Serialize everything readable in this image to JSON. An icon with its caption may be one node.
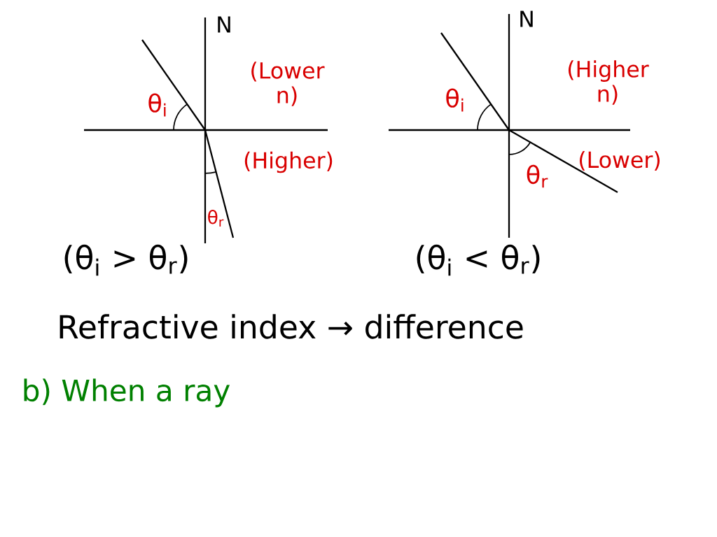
{
  "diagram": {
    "labels": [
      "N",
      "θ$_{i}$",
      "(Lower n)",
      "(Higher)",
      "θ$_{r}$",
      "(θ$_{i}$ > θ$_{r}$)",
      "N",
      "θ$_{i}$",
      "(Higher n)",
      "(Lower)",
      "θ$_{r}$",
      "(θ$_{i}$ < θ$_{r}$)",
      "Refractive index → difference",
      "b) When a ray"
    ]
  }
}
